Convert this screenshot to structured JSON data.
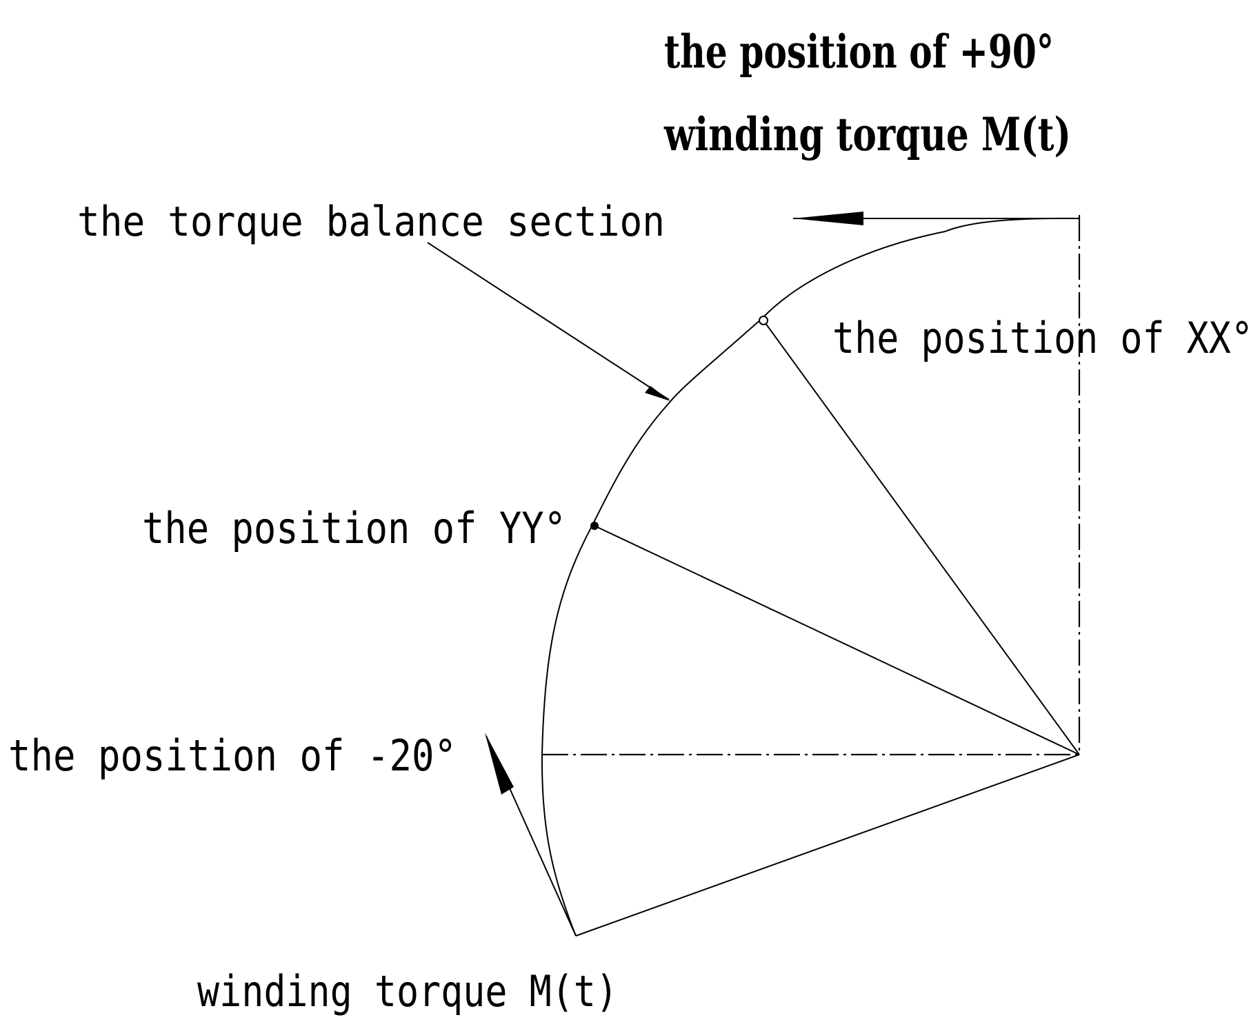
{
  "labels": {
    "pos_plus90": "the position of +90°",
    "torque_top": "winding torque M(t)",
    "balance_section": "the torque balance section",
    "pos_xx": "the position of XX°",
    "pos_yy": "the position of YY°",
    "pos_minus20": "the position of -20°",
    "torque_bottom": "winding torque M(t)"
  },
  "colors": {
    "line": "#000000",
    "background": "#ffffff"
  }
}
